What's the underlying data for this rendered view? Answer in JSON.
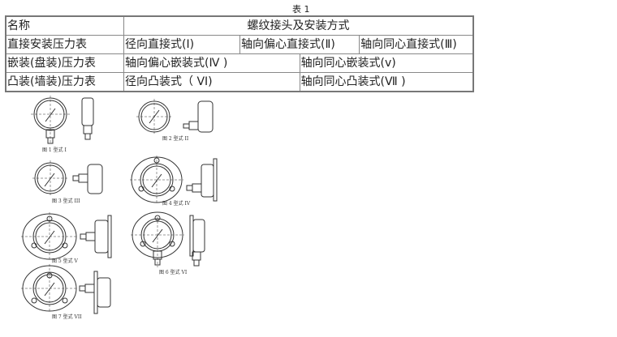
{
  "caption": "表 1",
  "table": {
    "header": [
      "名称",
      "螺纹接头及安装方式"
    ],
    "rows": [
      [
        "直接安装压力表",
        "径向直接式(Ⅰ)",
        "轴向偏心直接式(Ⅱ)",
        "轴向同心直接式(Ⅲ)"
      ],
      [
        "嵌装(盘装)压力表",
        "轴向偏心嵌装式(Ⅳ )",
        "轴向同心嵌装式(v)"
      ],
      [
        "凸装(墙装)压力表",
        "径向凸装式（ VI)",
        "轴向同心凸装式(Ⅶ )"
      ]
    ]
  },
  "figures": [
    "图 1  型式 I",
    "图 2  型式 II",
    "图 3  型式 III",
    "图 4  型式 IV",
    "图 5  型式 V",
    "图 6  型式 VI",
    "图 7  型式 VII"
  ]
}
